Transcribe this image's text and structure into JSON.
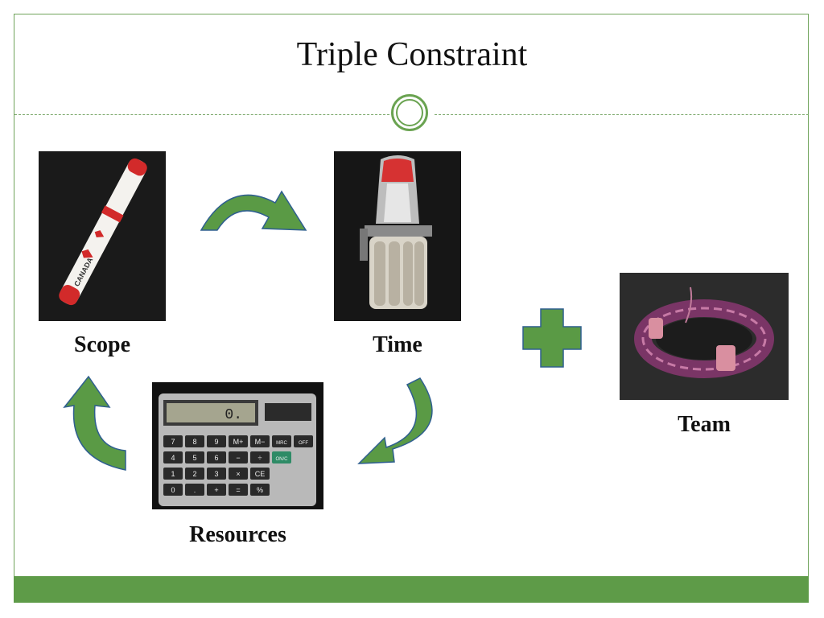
{
  "slide": {
    "title": "Triple Constraint",
    "labels": {
      "scope": "Scope",
      "time": "Time",
      "resources": "Resources",
      "team": "Team"
    },
    "pen_text": "CANADA",
    "calculator": {
      "display": "0.",
      "keys_row1": [
        "7",
        "8",
        "9",
        "M+",
        "M−",
        "MRC",
        "OFF"
      ],
      "keys_row2": [
        "4",
        "5",
        "6",
        "−",
        "÷",
        "ON/C"
      ],
      "keys_row3": [
        "1",
        "2",
        "3",
        "×",
        "CE"
      ],
      "keys_row4": [
        "0",
        ".",
        "+",
        "=",
        "%"
      ]
    },
    "colors": {
      "accent_green": "#5e9b48",
      "arrow_fill": "#5a9a45",
      "arrow_stroke": "#2f5f8f"
    }
  }
}
